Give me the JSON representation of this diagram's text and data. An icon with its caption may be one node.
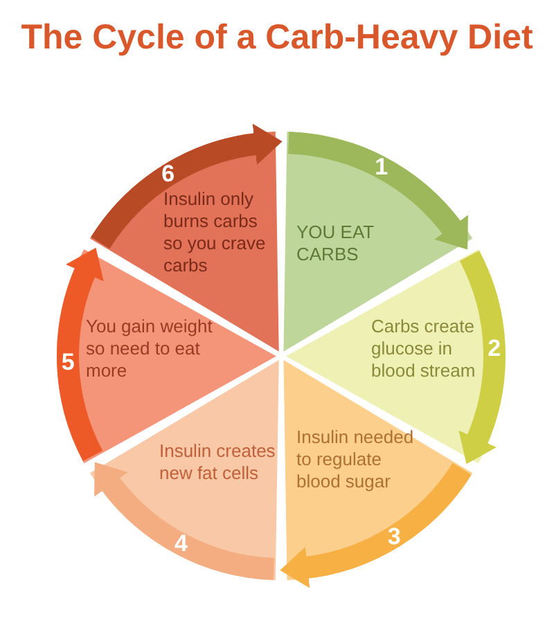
{
  "diagram": {
    "title": "The Cycle of a Carb-Heavy Diet",
    "nodes": [
      {
        "text": [
          "YOU EAT CARBS"
        ]
      },
      {
        "text": [
          "Carbs create glucose in blood stream"
        ]
      },
      {
        "text": [
          "Insulin needed to regulate blood sugar"
        ]
      },
      {
        "text": [
          "Insulin creates new fat cells"
        ]
      },
      {
        "text": [
          "You gain weight so need to eat more"
        ]
      },
      {
        "text": [
          "Insulin only burns carbs so you crave carbs"
        ]
      }
    ],
    "edges": [
      {
        "from": 0,
        "to": 1,
        "arrow": "to",
        "label": "1",
        "color": "#9cb85a"
      },
      {
        "from": 1,
        "to": 2,
        "arrow": "to",
        "label": "2",
        "color": "#cfcf45"
      },
      {
        "from": 2,
        "to": 3,
        "arrow": "to",
        "label": "3",
        "color": "#f7b043"
      },
      {
        "from": 3,
        "to": 4,
        "arrow": "to",
        "label": "4",
        "color": "#f4ad80"
      },
      {
        "from": 4,
        "to": 5,
        "arrow": "to",
        "label": "5",
        "color": "#ee5a27"
      },
      {
        "from": 5,
        "to": 0,
        "arrow": "to",
        "label": "6",
        "color": "#b94a26"
      }
    ]
  }
}
